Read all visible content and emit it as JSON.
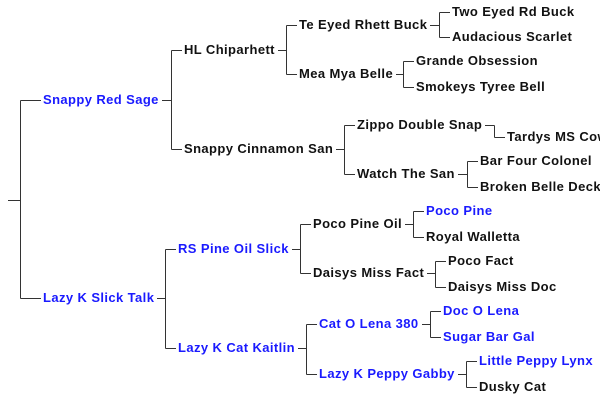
{
  "colors": {
    "link": "#1a1aff",
    "text": "#111111",
    "line": "#333333"
  },
  "pedigree": [
    {
      "name": "Snappy Red Sage",
      "linked": true
    },
    {
      "name": "Lazy K Slick Talk",
      "linked": true
    },
    {
      "name": "HL Chiparhett",
      "linked": false
    },
    {
      "name": "Snappy Cinnamon San",
      "linked": false
    },
    {
      "name": "RS Pine Oil Slick",
      "linked": true
    },
    {
      "name": "Lazy K Cat Kaitlin",
      "linked": true
    },
    {
      "name": "Te Eyed Rhett Buck",
      "linked": false
    },
    {
      "name": "Mea Mya Belle",
      "linked": false
    },
    {
      "name": "Zippo Double Snap",
      "linked": false
    },
    {
      "name": "Watch The San",
      "linked": false
    },
    {
      "name": "Poco Pine Oil",
      "linked": false
    },
    {
      "name": "Daisys Miss Fact",
      "linked": false
    },
    {
      "name": "Cat O Lena 380",
      "linked": true
    },
    {
      "name": "Lazy K Peppy Gabby",
      "linked": true
    },
    {
      "name": "Two Eyed Rd Buck",
      "linked": false
    },
    {
      "name": "Audacious Scarlet",
      "linked": false
    },
    {
      "name": "Grande Obsession",
      "linked": false
    },
    {
      "name": "Smokeys Tyree Bell",
      "linked": false
    },
    {
      "name": "Tardys MS Cow",
      "linked": false
    },
    {
      "name": "Bar Four Colonel",
      "linked": false
    },
    {
      "name": "Broken Belle Deck",
      "linked": false
    },
    {
      "name": "Poco Pine",
      "linked": true
    },
    {
      "name": "Royal Walletta",
      "linked": false
    },
    {
      "name": "Poco Fact",
      "linked": false
    },
    {
      "name": "Daisys Miss Doc",
      "linked": false
    },
    {
      "name": "Doc O Lena",
      "linked": true
    },
    {
      "name": "Sugar Bar Gal",
      "linked": true
    },
    {
      "name": "Little Peppy Lynx",
      "linked": true
    },
    {
      "name": "Dusky Cat",
      "linked": false
    }
  ]
}
